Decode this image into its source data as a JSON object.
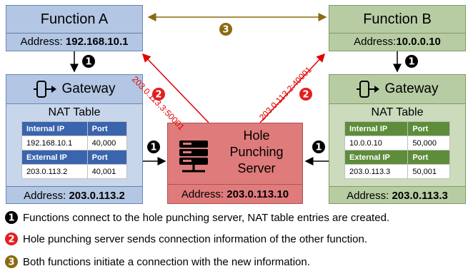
{
  "function_a": {
    "title": "Function A",
    "address_label": "Address:",
    "address_value": "192.168.10.1"
  },
  "function_b": {
    "title": "Function B",
    "address_label": "Address:",
    "address_value": "10.0.0.10"
  },
  "gateway_a": {
    "title": "Gateway",
    "nat_title": "NAT Table",
    "internal_header": "Internal IP",
    "port_header": "Port",
    "internal_ip": "192.168.10.1",
    "internal_port": "40,000",
    "external_header": "External IP",
    "port_header_2": "Port",
    "external_ip": "203.0.113.2",
    "external_port": "40,001",
    "address_label": "Address:",
    "address_value": "203.0.113.2"
  },
  "gateway_b": {
    "title": "Gateway",
    "nat_title": "NAT Table",
    "internal_header": "Internal IP",
    "port_header": "Port",
    "internal_ip": "10.0.0.10",
    "internal_port": "50,000",
    "external_header": "External IP",
    "port_header_2": "Port",
    "external_ip": "203.0.113.3",
    "external_port": "50,001",
    "address_label": "Address:",
    "address_value": "203.0.113.3"
  },
  "server": {
    "title_line1": "Hole",
    "title_line2": "Punching",
    "title_line3": "Server",
    "address_label": "Address:",
    "address_value": "203.0.113.10"
  },
  "diagram_labels": {
    "left_red": "203.0.113.3:50001",
    "right_red": "203.0.113.2:40001"
  },
  "step_numbers": {
    "one": "1",
    "two": "2",
    "three": "3"
  },
  "legend": [
    {
      "number": "1",
      "color": "#000000",
      "text": "Functions connect to the hole punching server, NAT table entries are created."
    },
    {
      "number": "2",
      "color": "#e02020",
      "text": "Hole punching server sends connection information of the other function."
    },
    {
      "number": "3",
      "color": "#8a6b10",
      "text": "Both functions initiate a connection with the new information."
    }
  ],
  "colors": {
    "blue_box": "#b3c6e3",
    "green_box": "#b7cca3",
    "server_box": "#e07b7b",
    "blue_header": "#3a64ad",
    "green_header": "#5d8d3a",
    "red_arrow": "#e00000",
    "gold_arrow": "#8a6b10"
  }
}
